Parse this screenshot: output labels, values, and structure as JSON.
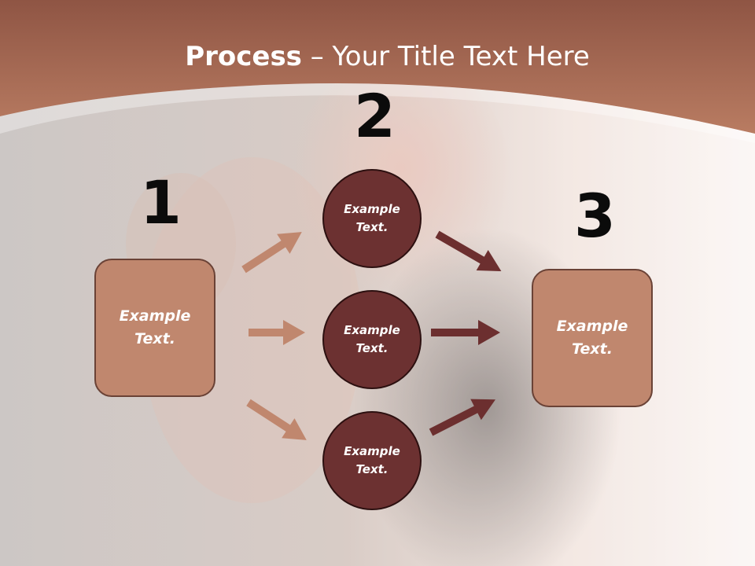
{
  "title": {
    "bold": "Process",
    "rest": " – Your Title Text Here"
  },
  "steps": {
    "one": "1",
    "two": "2",
    "three": "3"
  },
  "nodes": {
    "left_box": "Example\nText.",
    "circle_top": "Example\nText.",
    "circle_middle": "Example\nText.",
    "circle_bottom": "Example\nText.",
    "right_box": "Example\nText."
  },
  "colors": {
    "banner": "#a7664b",
    "box_fill": "#c0876e",
    "circle_fill": "#6c3131",
    "arrow_left": "#c0876e",
    "arrow_right": "#6c2f2f"
  }
}
